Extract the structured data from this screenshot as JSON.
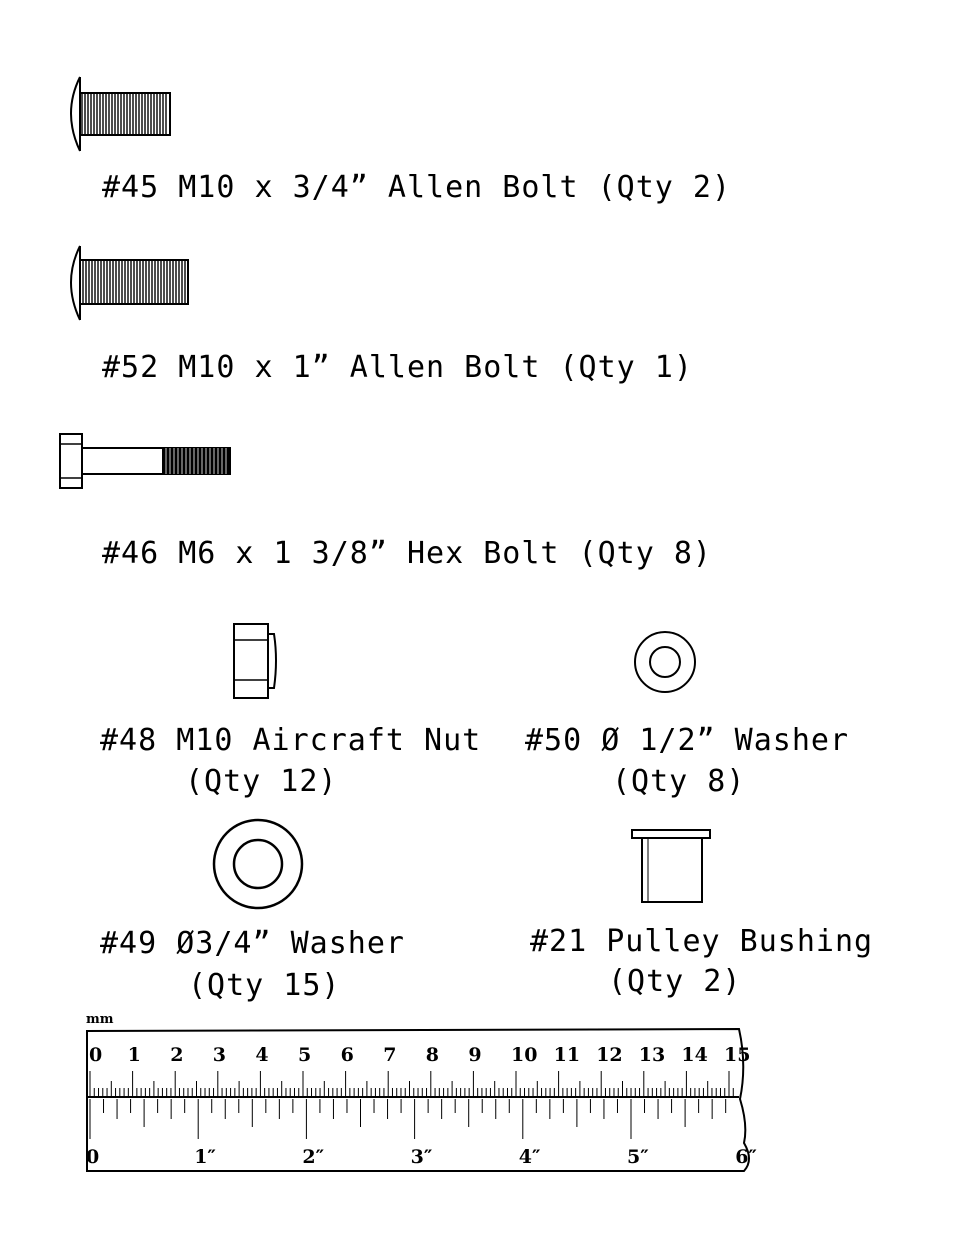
{
  "parts": [
    {
      "label": "#45 M10 x 3/4ˮ Allen Bolt (Qty 2)",
      "icon": "allen-bolt-short-icon"
    },
    {
      "label": "#52 M10 x 1ˮ Allen Bolt (Qty 1)",
      "icon": "allen-bolt-long-icon"
    },
    {
      "label": "#46 M6 x 1 3/8ˮ Hex Bolt (Qty 8)",
      "icon": "hex-bolt-icon"
    },
    {
      "label": "#48 M10 Aircraft Nut",
      "qty": "(Qty 12)",
      "icon": "aircraft-nut-icon"
    },
    {
      "label": "#50 Ø 1/2ˮ Washer",
      "qty": "(Qty 8)",
      "icon": "washer-small-icon"
    },
    {
      "label": "#49 Ø3/4ˮ Washer",
      "qty": "(Qty 15)",
      "icon": "washer-large-icon"
    },
    {
      "label": "#21 Pulley Bushing",
      "qty": "(Qty 2)",
      "icon": "pulley-bushing-icon"
    }
  ],
  "ruler": {
    "unit_label": "mm",
    "cm_labels": [
      "0",
      "1",
      "2",
      "3",
      "4",
      "5",
      "6",
      "7",
      "8",
      "9",
      "10",
      "11",
      "12",
      "13",
      "14",
      "15"
    ],
    "inch_labels": [
      "0",
      "1″",
      "2″",
      "3″",
      "4″",
      "5″",
      "6″"
    ]
  }
}
